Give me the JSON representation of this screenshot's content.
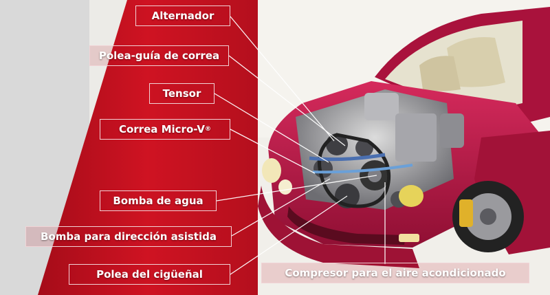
{
  "callouts": [
    {
      "id": "alternador",
      "text": "Alternador"
    },
    {
      "id": "polea-guia",
      "text": "Polea-guía de correa"
    },
    {
      "id": "tensor",
      "text": "Tensor"
    },
    {
      "id": "correa",
      "text": "Correa Micro-V",
      "sup": "®"
    },
    {
      "id": "bomba-agua",
      "text": "Bomba de agua"
    },
    {
      "id": "bomba-direccion",
      "text": "Bomba para dirección asistida"
    },
    {
      "id": "polea-ciguenal",
      "text": "Polea del cigüeñal"
    },
    {
      "id": "compresor",
      "text": "Compresor para el aire acondicionado"
    }
  ],
  "colors": {
    "panel_red": "#c4111f",
    "panel_dark": "#8e0a16",
    "car_body": "#b71745",
    "background": "#ecebe7",
    "label_border": "#f1d3d6"
  }
}
